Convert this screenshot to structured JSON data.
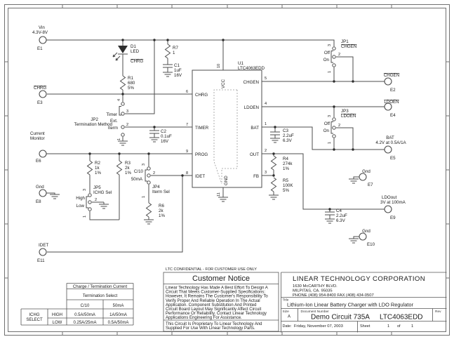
{
  "colors": {
    "wire": "#4d4d4d",
    "text": "#1a1a1a",
    "frame": "#707070",
    "background": "#ffffff"
  },
  "frame": {
    "confidential": "LTC CONFIDENTIAL - FOR CUSTOMER USE ONLY"
  },
  "terminals": {
    "e1": {
      "name": "Vin",
      "spec": "4.3V-8V",
      "id": "E1"
    },
    "e3": {
      "name": "CHRG",
      "id": "E3"
    },
    "e6": {
      "name1": "Current",
      "name2": "Monitor",
      "id": "E6"
    },
    "e8": {
      "name": "Gnd",
      "id": "E8"
    },
    "e11": {
      "name": "IDET",
      "id": "E11"
    },
    "e2": {
      "name": "CHGEN",
      "id": "E2"
    },
    "e4": {
      "name": "LDOEN",
      "id": "E4"
    },
    "e5": {
      "name": "BAT",
      "spec": "4.2V at 0.5A/1A",
      "id": "E5"
    },
    "e7": {
      "name": "Gnd",
      "id": "E7"
    },
    "e9": {
      "name": "LDOout",
      "spec": "3V at 100mA",
      "id": "E9"
    },
    "e10": {
      "name": "Gnd",
      "id": "E10"
    }
  },
  "ic": {
    "ref": "U1",
    "part": "LTC4063EDD",
    "pins": {
      "vcc": {
        "num": "10",
        "name": "VCC"
      },
      "chrg": {
        "num": "6",
        "name": "CHRG"
      },
      "timer": {
        "num": "7",
        "name": "TIMER"
      },
      "prog": {
        "num": "9",
        "name": "PROG"
      },
      "idet": {
        "num": "8",
        "name": "IDET"
      },
      "chgen": {
        "num": "5",
        "name": "CHGEN"
      },
      "ldoen": {
        "num": "4",
        "name": "LDOEN"
      },
      "bat": {
        "num": "1",
        "name": "BAT"
      },
      "out": {
        "num": "2",
        "name": "OUT"
      },
      "fb": {
        "num": "3",
        "name": "FB"
      },
      "gnd": {
        "num": "11",
        "name": "GND"
      }
    }
  },
  "parts": {
    "d1": {
      "ref": "D1",
      "type": "LED",
      "net": "CHRG"
    },
    "r1": {
      "ref": "R1",
      "value": "680",
      "tol": "5%"
    },
    "r2": {
      "ref": "R2",
      "value": "1k",
      "tol": "1%"
    },
    "r3": {
      "ref": "R3",
      "value": "2k",
      "tol": "1%"
    },
    "r4": {
      "ref": "R4",
      "value": "274k",
      "tol": "1%"
    },
    "r5": {
      "ref": "R5",
      "value": "100K",
      "tol": "5%"
    },
    "r6": {
      "ref": "R6",
      "value": "2k",
      "tol": "1%"
    },
    "r7": {
      "ref": "R7",
      "value": "1"
    },
    "c1": {
      "ref": "C1",
      "value": "1uF",
      "rating": "16V"
    },
    "c2": {
      "ref": "C2",
      "value": "0.1uF",
      "rating": "16V"
    },
    "c3": {
      "ref": "C3",
      "value": "2.2uF",
      "rating": "6.3V"
    },
    "c4": {
      "ref": "C4",
      "value": "2.2uF",
      "rating": "6.3V"
    }
  },
  "jumpers": {
    "jp1": {
      "ref": "JP1",
      "label": "CHGEN",
      "optA": "Off",
      "optB": "On",
      "pin1": "1",
      "pin2": "2",
      "pin3": "3"
    },
    "jp2": {
      "ref": "JP2",
      "label": "Termination Method",
      "optA": "Timer",
      "optB": "Ext.",
      "optC": "Iterm",
      "pin1": "1",
      "pin2": "2",
      "pin3": "3",
      "pin4": "4"
    },
    "jp3": {
      "ref": "JP3",
      "label": "LDOEN",
      "optA": "Off",
      "optB": "On",
      "pin1": "1",
      "pin2": "2",
      "pin3": "3"
    },
    "jp4": {
      "ref": "JP4",
      "label": "Iterm Sel",
      "optA": "C/10",
      "optB": "50mA",
      "pin1": "1",
      "pin2": "2",
      "pin3": "3"
    },
    "jp5": {
      "ref": "JP5",
      "label": "ICHG Sel",
      "optA": "High",
      "optB": "Low",
      "pin1": "1",
      "pin2": "2",
      "pin3": "3"
    }
  },
  "table": {
    "caption": "Charge / Termination Current",
    "header": "Termination Select",
    "col1": "C/10",
    "col2": "50mA",
    "rowhdr1": "ICHG",
    "rowhdr2": "SELECT",
    "row1": {
      "label": "HIGH",
      "c1": "0.5A/50mA",
      "c2": "1A/50mA"
    },
    "row2": {
      "label": "LOW",
      "c1": "0.25A/25mA",
      "c2": "0.5A/50mA"
    }
  },
  "notice": {
    "heading": "Customer Notice",
    "body": [
      "Linear Technology Has Made A Best Effort To Design A",
      "Circuit That Meets Customer-Supplied Specifications;",
      "However, It Remains The Customer's Responsibility To",
      "Verify Proper And Reliable Operation In The Actual",
      "Application. Component Substitution And Printed",
      "Circuit Board Layout May Significantly Affect Circuit",
      "Performance Or Reliability. Contact Linear Technology",
      "Applications Engineering For Assistance."
    ],
    "footer": [
      "This Circuit Is Proprietary To Linear Technology And",
      "Supplied For Use With Linear Technology Parts."
    ]
  },
  "titleblock": {
    "company": "LINEAR TECHNOLOGY CORPORATION",
    "addr1": "1630 McCARTHY BLVD.",
    "addr2": "MILPITAS, CA. 95035",
    "addr3": "PHONE (408) 954-8400  FAX (408) 434-0507",
    "title_label": "Title",
    "title": "Lithium-Ion Linear Battery Charger with LDO Regulator",
    "size_label": "Size",
    "size": "A",
    "doc_label": "Document Number",
    "doc_number": "Demo Circuit 735A",
    "doc_part": "LTC4063EDD",
    "rev_label": "Rev",
    "date_label": "Date:",
    "date": "Friday, November 07, 2003",
    "sheet_label": "Sheet",
    "sheet": "1",
    "of_label": "of",
    "sheet_total": "1"
  }
}
